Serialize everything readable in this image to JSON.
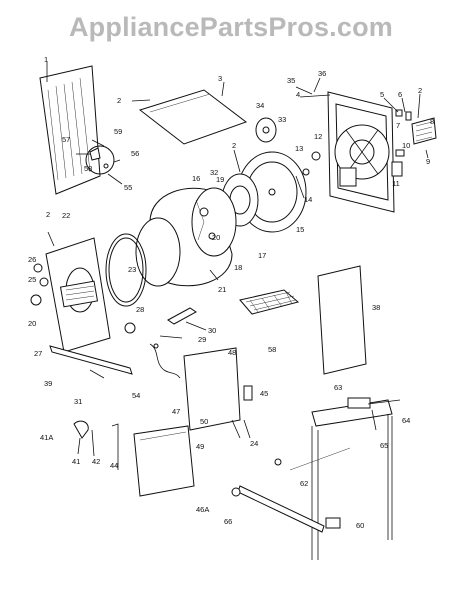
{
  "watermark": "AppliancePartsPros.com",
  "labels": {
    "l1": "1",
    "l2a": "2",
    "l3": "3",
    "l35": "35",
    "l36": "36",
    "l4": "4",
    "l5": "5",
    "l6": "6",
    "l2b": "2",
    "l7": "7",
    "l8": "8",
    "l9": "9",
    "l34": "34",
    "l33": "33",
    "l12": "12",
    "l13": "13",
    "l10": "10",
    "l11": "11",
    "l57": "57",
    "l59": "59",
    "l56": "56",
    "l55": "55",
    "l58a": "58",
    "l2c": "2",
    "l32": "32",
    "l14": "14",
    "l15": "15",
    "l16": "16",
    "l19": "19",
    "l20a": "20",
    "l17": "17",
    "l18": "18",
    "l21": "21",
    "l2d": "2",
    "l22": "22",
    "l23": "23",
    "l26": "26",
    "l25": "25",
    "l20b": "20",
    "l27": "27",
    "l28": "28",
    "l30": "30",
    "l29": "29",
    "l58b": "58",
    "l38": "38",
    "l39": "39",
    "l31": "31",
    "l54": "54",
    "l48": "48",
    "l45": "45",
    "l50": "50",
    "l24": "24",
    "l63": "63",
    "l64": "64",
    "l65": "65",
    "l41a": "41A",
    "l41": "41",
    "l42": "42",
    "l44": "44",
    "l47": "47",
    "l49": "49",
    "l62": "62",
    "l46a": "46A",
    "l66": "66",
    "l60": "60"
  }
}
